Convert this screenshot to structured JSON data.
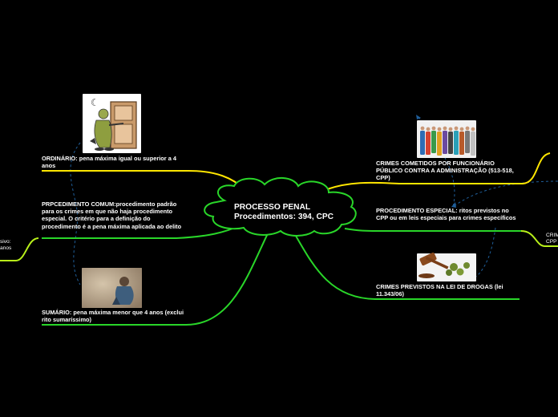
{
  "center": {
    "title": "PROCESSO PENAL",
    "subtitle": "Procedimentos: 394, CPC"
  },
  "nodes": {
    "ordinario": "ORDINÁRIO: pena máxima igual ou superior a 4 anos",
    "comum": "PRPCEDIMENTO COMUM:procedimento padrão para os crimes em que não haja procedimento especial. O critério para a definição do procedimento é a pena máxima aplicada ao delito",
    "sumario": "SUMÁRIO: pena máxima menor que 4 anos (exclui rito sumaríssimo)",
    "funcionario": "CRIMES COMETIDOS POR FUNCIONÁRIO PÚBLICO CONTRA A ADMINISTRAÇÃO (513-518, CPP)",
    "especial": "PROCEDIMENTO ESPECIAL: ritos previstos no CPP ou em leis especiais para crimes específicos",
    "drogas": "CRIMES PREVISTOS NA LEI DE DROGAS (lei 11.343/06)"
  },
  "cut_labels": {
    "left_line1": "sivo:",
    "left_line2": "anos",
    "right_line1": "CRIM",
    "right_line2": "CPP"
  },
  "images": {
    "thief": "thief-icon",
    "people": "people-icon",
    "child": "sad-child-icon",
    "gavel": "gavel-icon"
  },
  "colors": {
    "background": "#000000",
    "yellow_branch": "#ffe600",
    "green_branch": "#29d629",
    "lime_branch": "#b8f01a",
    "dashed_link": "#1f5e99",
    "cloud_fill": "#000000",
    "cloud_stroke": "#29d629"
  }
}
